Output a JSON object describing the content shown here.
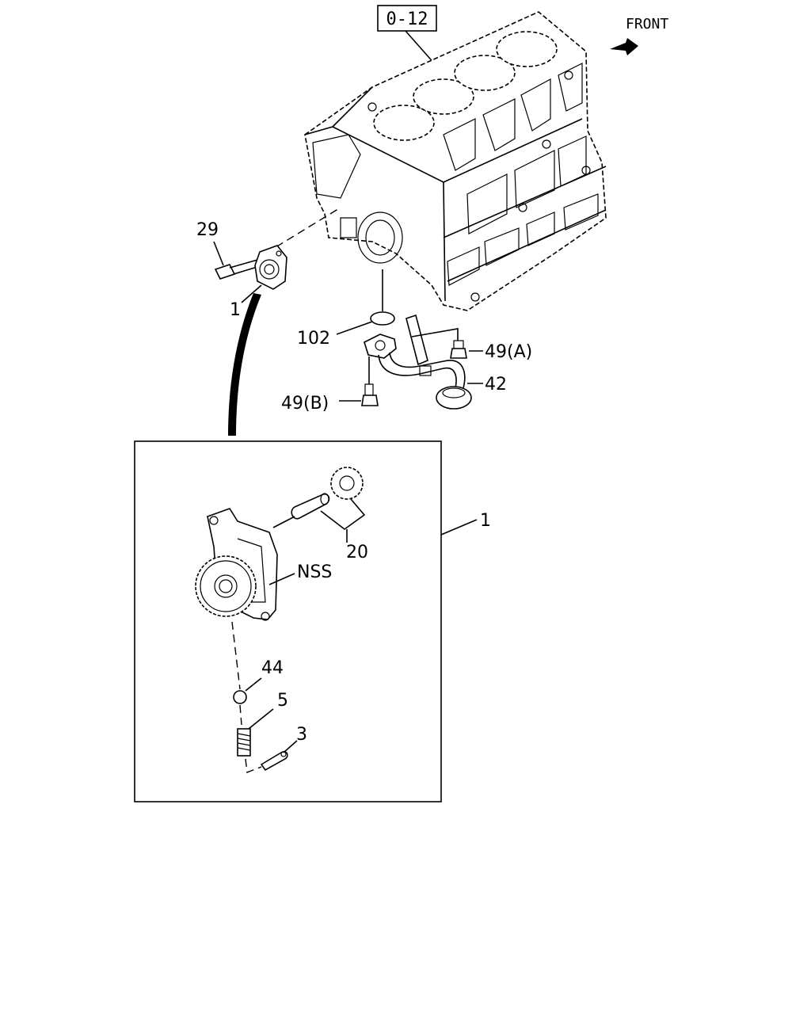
{
  "reference_box": "0-12",
  "direction": "FRONT",
  "callouts": {
    "bolt": "29",
    "oil_pump_top": "1",
    "o_ring": "102",
    "bolt_a": "49(A)",
    "strainer_pipe": "42",
    "bolt_b": "49(B)",
    "oil_pump_detail": "1",
    "gear_shaft": "20",
    "pump_body": "NSS",
    "ball": "44",
    "spring": "5",
    "split_pin": "3"
  }
}
